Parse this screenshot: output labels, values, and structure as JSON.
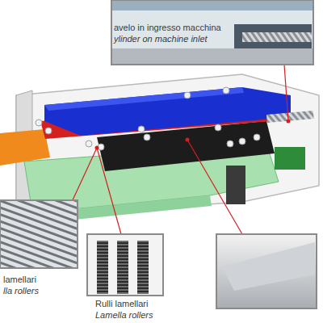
{
  "diagram": {
    "labels": [
      "avelo in ingresso macchina",
      "ylinder on machine inlet",
      "lamellari",
      "lla rollers",
      "Rulli lamellari",
      "Lamella rollers"
    ]
  }
}
